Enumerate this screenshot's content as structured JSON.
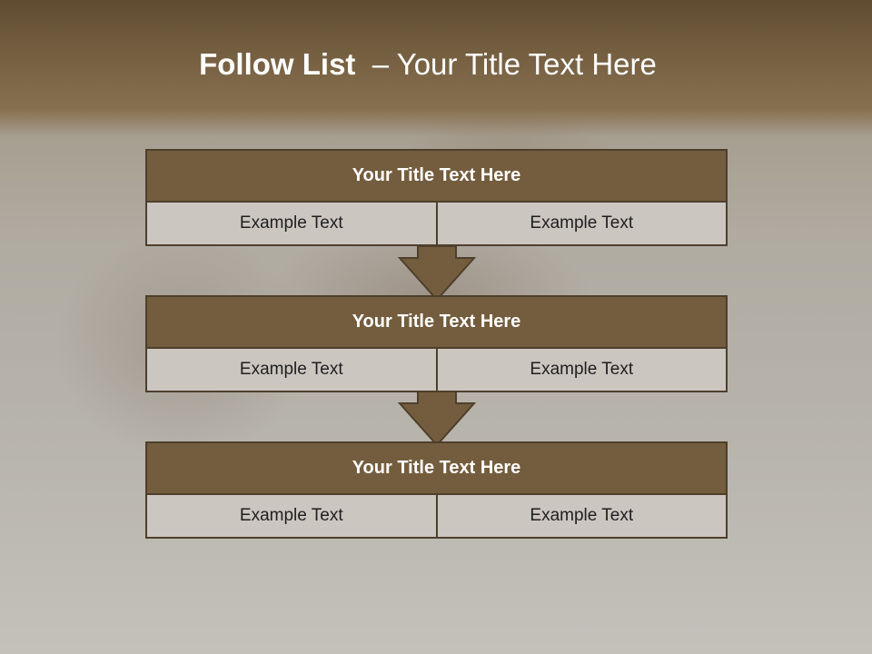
{
  "slide": {
    "title_bold": "Follow List",
    "title_rest": "– Your Title Text Here"
  },
  "blocks": [
    {
      "title": "Your Title Text Here",
      "left": "Example Text",
      "right": "Example Text"
    },
    {
      "title": "Your Title Text Here",
      "left": "Example Text",
      "right": "Example Text"
    },
    {
      "title": "Your Title Text Here",
      "left": "Example Text",
      "right": "Example Text"
    }
  ],
  "colors": {
    "header_brown": "#735d3f",
    "block_header": "#745d3e",
    "cell_fill": "#ccc6c1",
    "border": "#4e3f2c"
  },
  "icons": [
    "down-arrow-icon",
    "down-arrow-icon"
  ]
}
